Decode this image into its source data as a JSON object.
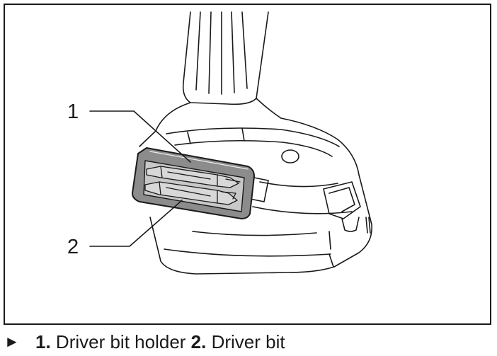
{
  "figure": {
    "callouts": [
      {
        "number": "1"
      },
      {
        "number": "2"
      }
    ]
  },
  "caption": {
    "pointer_glyph": "►",
    "items": [
      {
        "number": "1.",
        "label": "Driver bit holder"
      },
      {
        "number": "2.",
        "label": "Driver bit"
      }
    ]
  },
  "colors": {
    "ink": "#1a1a1a",
    "holder_fill": "#8c8c8c",
    "background": "#ffffff"
  }
}
